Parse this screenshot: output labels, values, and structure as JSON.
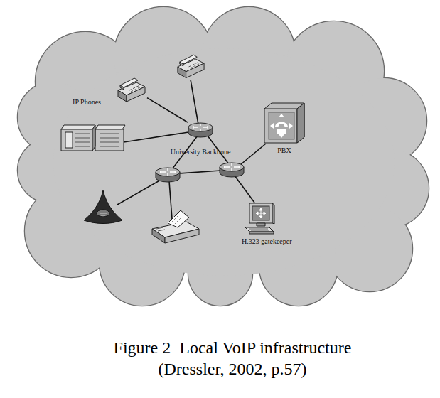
{
  "diagram": {
    "caption": "Figure 2  Local VoIP infrastructure (Dressler, 2002, p.57)",
    "nodes": [
      {
        "text": [
          "IP Phones"
        ]
      },
      {
        "text": [
          "PBX"
        ]
      },
      {
        "text": [
          "University Backbone"
        ]
      },
      {
        "text": [
          "H.323 gatekeeper"
        ]
      }
    ],
    "edges": [
      {
        "from": 0,
        "to": 2,
        "arrow": "none"
      }
    ]
  }
}
